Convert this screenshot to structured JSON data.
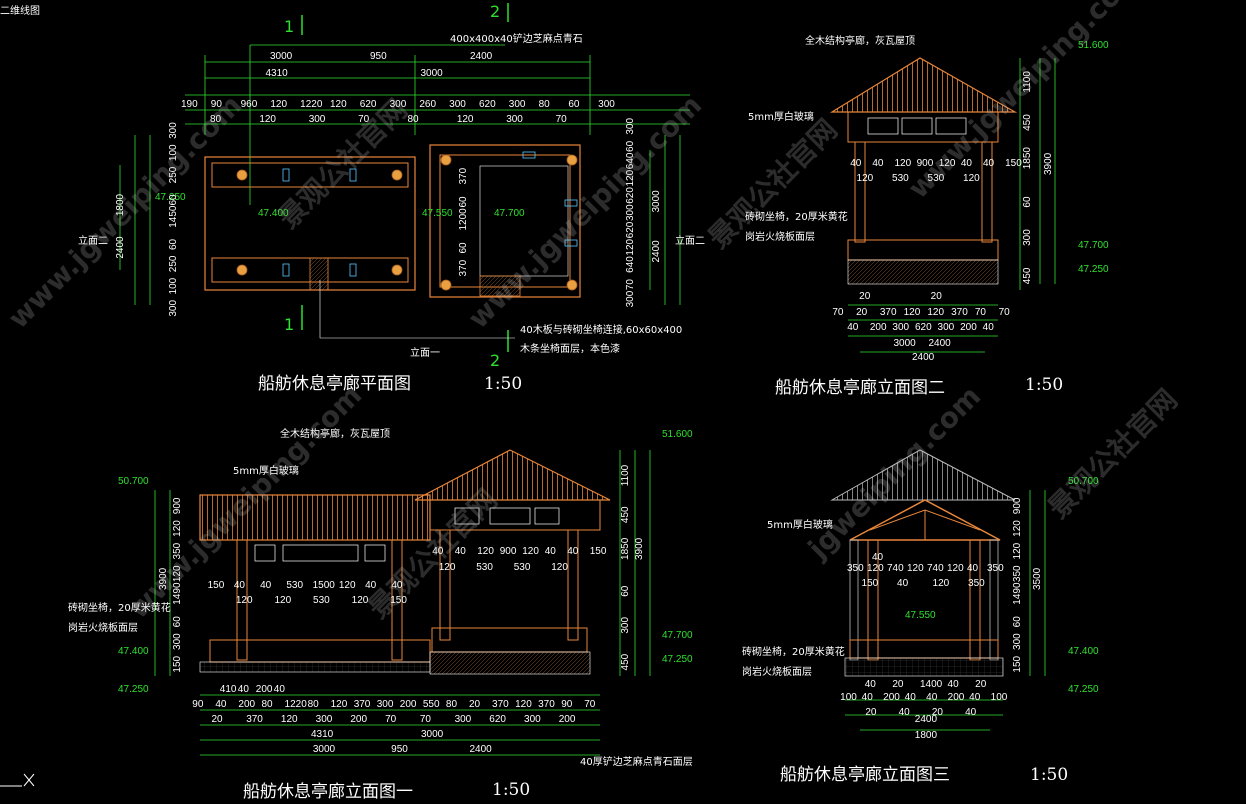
{
  "window": {
    "title": "二维线图"
  },
  "colors": {
    "background": "#000000",
    "wood": "#e8863a",
    "dim": "#2fe02f",
    "text": "#ffffff",
    "glass": "#58c8ff"
  },
  "plan": {
    "title": "船舫休息亭廊平面图",
    "scale": "1:50",
    "axis_1": "1",
    "axis_2": "2",
    "note_stone": "400x400x40铲边芝麻点青石",
    "note_bench": "40木板与砖砌坐椅连接,60x60x400",
    "note_bench2": "木条坐椅面层，本色漆",
    "view1": "立面一",
    "view2": "立面二",
    "lvl_a": "47.400",
    "lvl_b": "47.550",
    "lvl_c": "47.700",
    "lvl_d": "47.250",
    "dims_top1": [
      "3000",
      "950",
      "2400"
    ],
    "dims_top2": [
      "4310",
      "3000"
    ],
    "dims_top3": [
      "190",
      "90",
      "960",
      "120",
      "1220",
      "120",
      "620",
      "300",
      "260",
      "300",
      "620",
      "300",
      "80",
      "60",
      "300"
    ],
    "dims_top4": [
      "80",
      "120",
      "300",
      "70",
      "80",
      "120",
      "300",
      "70"
    ],
    "dims_left": [
      "300",
      "100",
      "250",
      "60",
      "1450",
      "60",
      "250",
      "100",
      "300"
    ],
    "dims_left2": [
      "1800",
      "2400"
    ],
    "dims_right": [
      "300",
      "60",
      "640",
      "120",
      "620",
      "300",
      "620",
      "120",
      "640",
      "70",
      "300"
    ],
    "dims_right2": [
      "3000",
      "2400"
    ],
    "dims_inner": [
      "370",
      "60",
      "1200",
      "60",
      "370"
    ]
  },
  "elev2": {
    "title": "船舫休息亭廊立面图二",
    "scale": "1:50",
    "note_roof": "全木结构亭廊，灰瓦屋顶",
    "note_glass": "5mm厚白玻璃",
    "note_bench": "砖砌坐椅，20厚米黄花",
    "note_bench2": "岗岩火烧板面层",
    "lvl_top": "51.600",
    "lvl_mid": "47.700",
    "lvl_bot": "47.250",
    "dims_v": [
      "1100",
      "450",
      "1850",
      "60",
      "300",
      "450",
      "3900"
    ],
    "dims_h1": [
      "40",
      "40",
      "120",
      "900",
      "120",
      "40",
      "40",
      "150"
    ],
    "dims_h2": [
      "120",
      "530",
      "530",
      "120"
    ],
    "dims_h3": [
      "20",
      "20"
    ],
    "dims_h4": [
      "70",
      "20",
      "370",
      "120",
      "120",
      "370",
      "70",
      "70"
    ],
    "dims_h5": [
      "40",
      "200",
      "300",
      "620",
      "300",
      "200",
      "40"
    ],
    "dims_h6": [
      "3000",
      "2400"
    ]
  },
  "elev1": {
    "title": "船舫休息亭廊立面图一",
    "scale": "1:50",
    "note_roof": "全木结构亭廊，灰瓦屋顶",
    "note_glass": "5mm厚白玻璃",
    "note_bench": "砖砌坐椅，20厚米黄花",
    "note_bench2": "岗岩火烧板面层",
    "note_floor": "40厚铲边芝麻点青石面层",
    "lvl_top": "51.600",
    "lvl_left": "50.700",
    "lvl_mid": "47.700",
    "lvl_l1": "47.400",
    "lvl_l2": "47.250",
    "lvl_r": "47.250",
    "dims_lv": [
      "900",
      "120",
      "350",
      "120",
      "1490",
      "60",
      "300",
      "150",
      "3900"
    ],
    "dims_rv": [
      "1100",
      "450",
      "1850",
      "60",
      "300",
      "450",
      "3900"
    ],
    "dims_mid": [
      "150",
      "40",
      "40",
      "530",
      "1500",
      "120",
      "40",
      "40"
    ],
    "dims_mid2": [
      "120",
      "120",
      "530",
      "120",
      "150"
    ],
    "dims_top": [
      "40",
      "40",
      "120",
      "900",
      "120",
      "40",
      "40",
      "150"
    ],
    "dims_top2": [
      "120",
      "530",
      "530",
      "120"
    ],
    "dims_b1": [
      "410",
      "40",
      "200",
      "40"
    ],
    "dims_b2": [
      "90",
      "40",
      "200",
      "80",
      "1220",
      "80",
      "120",
      "370",
      "300",
      "200",
      "550",
      "80",
      "20",
      "370",
      "120",
      "370",
      "90",
      "70"
    ],
    "dims_b3": [
      "20",
      "370",
      "120",
      "300",
      "200",
      "70",
      "70",
      "300",
      "620",
      "300",
      "200"
    ],
    "dims_b4": [
      "4310",
      "3000"
    ],
    "dims_b5": [
      "3000",
      "950",
      "2400"
    ]
  },
  "elev3": {
    "title": "船舫休息亭廊立面图三",
    "scale": "1:50",
    "note_glass": "5mm厚白玻璃",
    "note_bench": "砖砌坐椅，20厚米黄花",
    "note_bench2": "岗岩火烧板面层",
    "lvl_top": "50.700",
    "lvl_mid": "47.550",
    "lvl_r1": "47.400",
    "lvl_r2": "47.250",
    "dims_v": [
      "900",
      "120",
      "120",
      "350",
      "1490",
      "60",
      "300",
      "150",
      "3500"
    ],
    "dims_h1": [
      "40"
    ],
    "dims_h2": [
      "350",
      "120",
      "740",
      "120",
      "740",
      "120",
      "40",
      "350"
    ],
    "dims_h3": [
      "150",
      "40",
      "120",
      "350"
    ],
    "dims_h4": [
      "40",
      "20",
      "1400",
      "40",
      "20"
    ],
    "dims_h5": [
      "100",
      "40",
      "200",
      "40",
      "40",
      "200",
      "40",
      "100"
    ],
    "dims_h6": [
      "20",
      "40",
      "20",
      "40"
    ],
    "dims_h7": [
      "2400"
    ],
    "dims_h8": [
      "1800"
    ]
  },
  "watermarks": [
    "www.jgweiping.com",
    "景观公社官网",
    "www.jgweiping.com",
    "景观公社官网",
    "www.jgweiping.com",
    "景观公社官网",
    "jgweiping.com",
    "景观公社官网",
    "www.jgweiping.com"
  ]
}
